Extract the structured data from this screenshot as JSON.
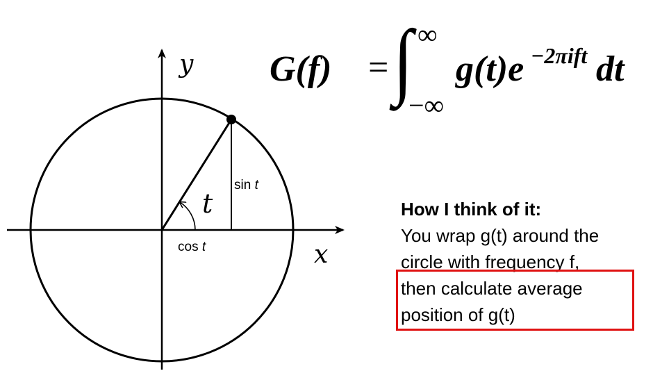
{
  "diagram": {
    "axis_x_label": "x",
    "axis_y_label": "y",
    "angle_label": "t",
    "sin_label": "sin",
    "cos_label": "cos",
    "var_t": "t"
  },
  "formula": {
    "lhs": "G(f)",
    "equals": "=",
    "integral_sign": "∫",
    "upper_limit": "∞",
    "lower_limit": "−∞",
    "integrand": "g(t)e",
    "exponent": "−2πift",
    "differential": "dt"
  },
  "note": {
    "heading": "How I think of it:",
    "lines": [
      "You wrap g(t) around the",
      "circle with frequency f,",
      "then calculate average",
      "position of g(t)"
    ],
    "highlight_color": "#e01212"
  }
}
